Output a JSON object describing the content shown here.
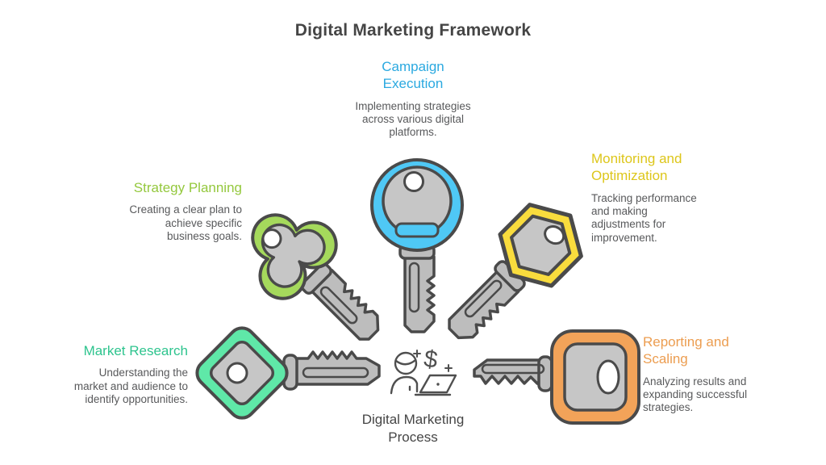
{
  "title": "Digital Marketing Framework",
  "center": {
    "label": "Digital Marketing Process",
    "icon": "person-at-laptop-with-dollar-icon"
  },
  "palette": {
    "outline": "#4a4a4a",
    "metal_head": "#c6c6c6",
    "metal_shaft": "#bdbdbd",
    "body_text": "#58595b"
  },
  "stages": [
    {
      "id": "market-research",
      "title": "Market Research",
      "description": "Understanding the market and audience to identify opportunities.",
      "color": "#2ec48e",
      "key_color": "#5fe8a8",
      "key_shape": "diamond"
    },
    {
      "id": "strategy-planning",
      "title": "Strategy Planning",
      "description": "Creating a clear plan to achieve specific business goals.",
      "color": "#94c83d",
      "key_color": "#a5d95c",
      "key_shape": "clover"
    },
    {
      "id": "campaign-execution",
      "title": "Campaign Execution",
      "description": "Implementing strategies across various digital platforms.",
      "color": "#2ba9e0",
      "key_color": "#4fc8f5",
      "key_shape": "round"
    },
    {
      "id": "monitoring-optimization",
      "title": "Monitoring and Optimization",
      "description": "Tracking performance and making adjustments for improvement.",
      "color": "#ddc61a",
      "key_color": "#f9dc3d",
      "key_shape": "hexagon"
    },
    {
      "id": "reporting-scaling",
      "title": "Reporting and Scaling",
      "description": "Analyzing results and expanding successful strategies.",
      "color": "#ec9d50",
      "key_color": "#f2a359",
      "key_shape": "rounded-square"
    }
  ]
}
